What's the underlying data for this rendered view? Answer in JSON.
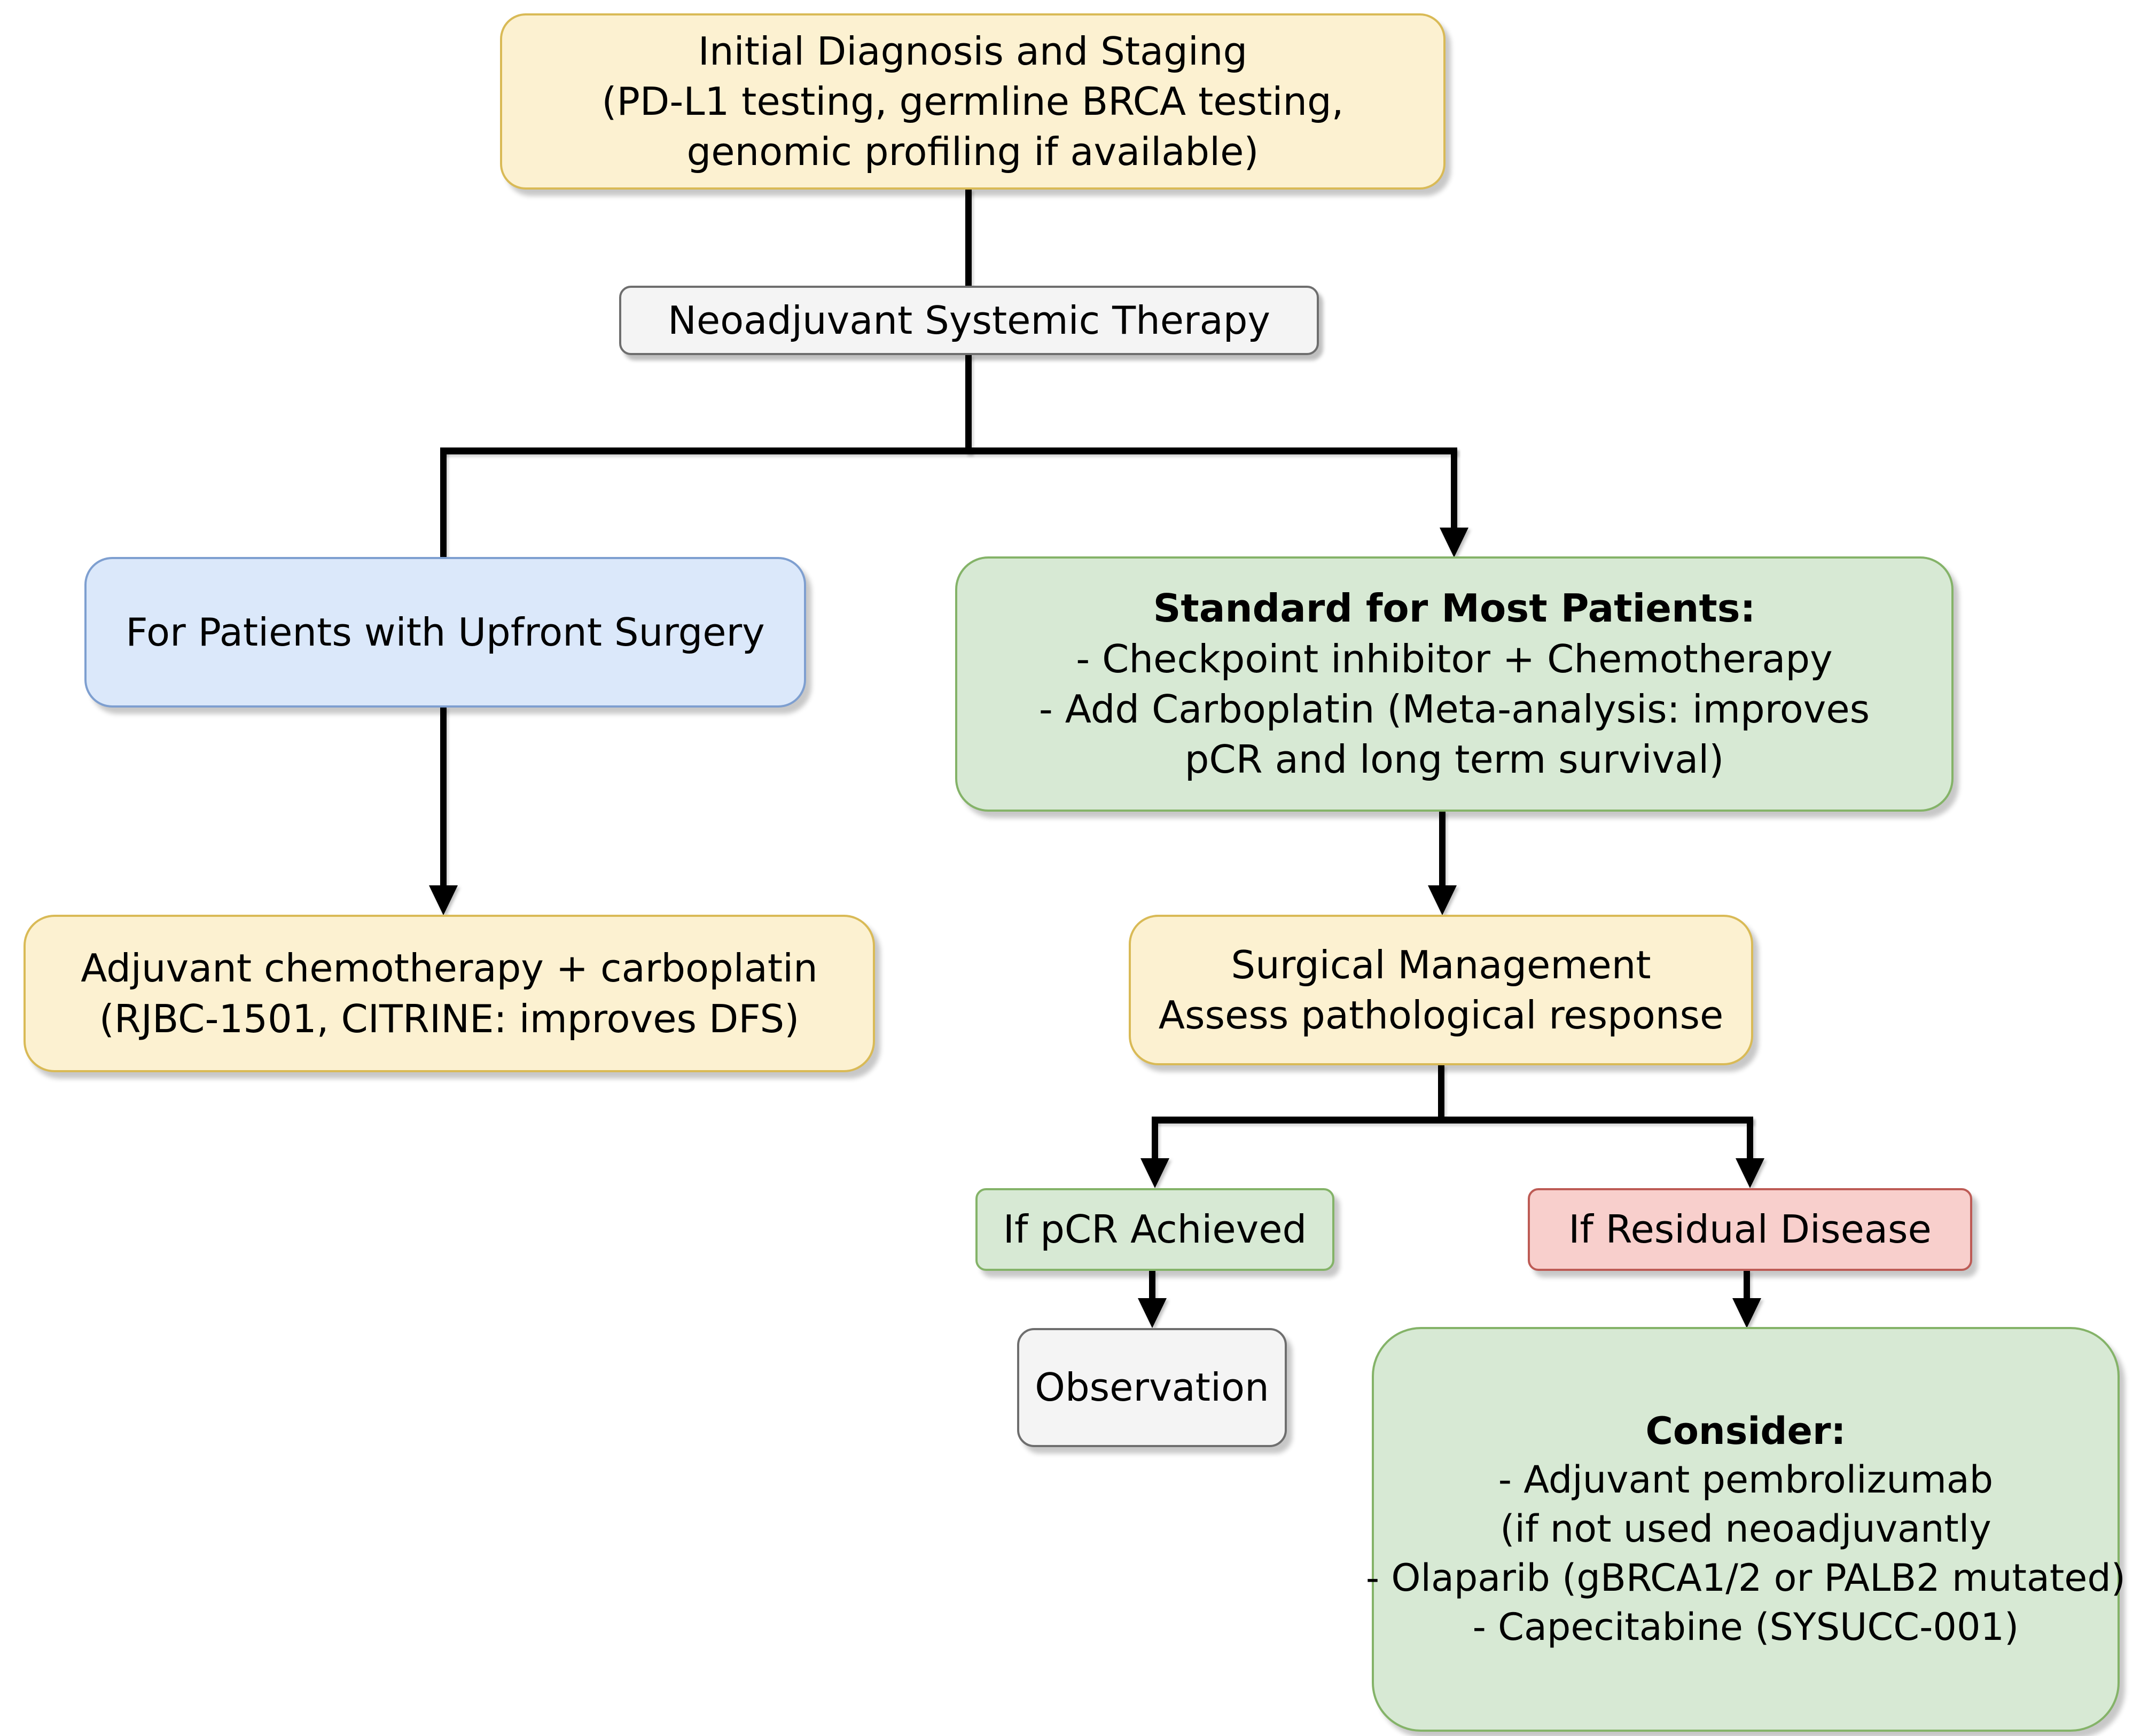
{
  "diagram": {
    "type": "flowchart",
    "topic": "Treatment pathway flowchart",
    "colors": {
      "yellow_fill": "#FCF1D1",
      "yellow_border": "#D9BA56",
      "blue_fill": "#DBE8FA",
      "blue_border": "#7E9FD0",
      "green_fill": "#D7E9D4",
      "green_border": "#84B368",
      "red_fill": "#F8CFCC",
      "red_border": "#BD5B55",
      "gray_fill": "#F4F4F4",
      "gray_border": "#6E6E6E",
      "connector": "#000000",
      "text": "#000000",
      "background": "#FFFFFF"
    },
    "nodes": {
      "initial": {
        "color": "yellow",
        "lines": [
          "Initial Diagnosis and Staging",
          "(PD-L1 testing, germline BRCA testing,",
          "genomic profiling if available)"
        ]
      },
      "neoadjuvant": {
        "color": "gray",
        "label": "Neoadjuvant Systemic Therapy"
      },
      "upfront": {
        "color": "blue",
        "label": "For Patients with Upfront Surgery"
      },
      "standard": {
        "color": "green",
        "heading": "Standard for Most Patients:",
        "lines": [
          "- Checkpoint inhibitor + Chemotherapy",
          "- Add Carboplatin (Meta-analysis: improves",
          "pCR and long term survival)"
        ]
      },
      "adjuvant": {
        "color": "yellow",
        "lines": [
          "Adjuvant chemotherapy + carboplatin",
          "(RJBC-1501, CITRINE: improves DFS)"
        ]
      },
      "surgical": {
        "color": "yellow",
        "lines": [
          "Surgical Management",
          "Assess pathological response"
        ]
      },
      "pcr": {
        "color": "green",
        "label": "If pCR Achieved"
      },
      "residual": {
        "color": "red",
        "label": "If Residual Disease"
      },
      "observation": {
        "color": "gray",
        "label": "Observation"
      },
      "consider": {
        "color": "green",
        "heading": "Consider:",
        "lines": [
          "- Adjuvant pembrolizumab",
          "(if not used neoadjuvantly",
          "- Olaparib (gBRCA1/2 or PALB2 mutated)",
          "- Capecitabine (SYSUCC-001)"
        ]
      }
    },
    "edges": [
      {
        "from": "initial",
        "to": "neoadjuvant",
        "arrow": false
      },
      {
        "from": "neoadjuvant",
        "to": "upfront",
        "arrow": false
      },
      {
        "from": "neoadjuvant",
        "to": "standard",
        "arrow": true
      },
      {
        "from": "upfront",
        "to": "adjuvant",
        "arrow": true
      },
      {
        "from": "standard",
        "to": "surgical",
        "arrow": true
      },
      {
        "from": "surgical",
        "to": "pcr",
        "arrow": true
      },
      {
        "from": "surgical",
        "to": "residual",
        "arrow": true
      },
      {
        "from": "pcr",
        "to": "observation",
        "arrow": true
      },
      {
        "from": "residual",
        "to": "consider",
        "arrow": true
      }
    ]
  }
}
